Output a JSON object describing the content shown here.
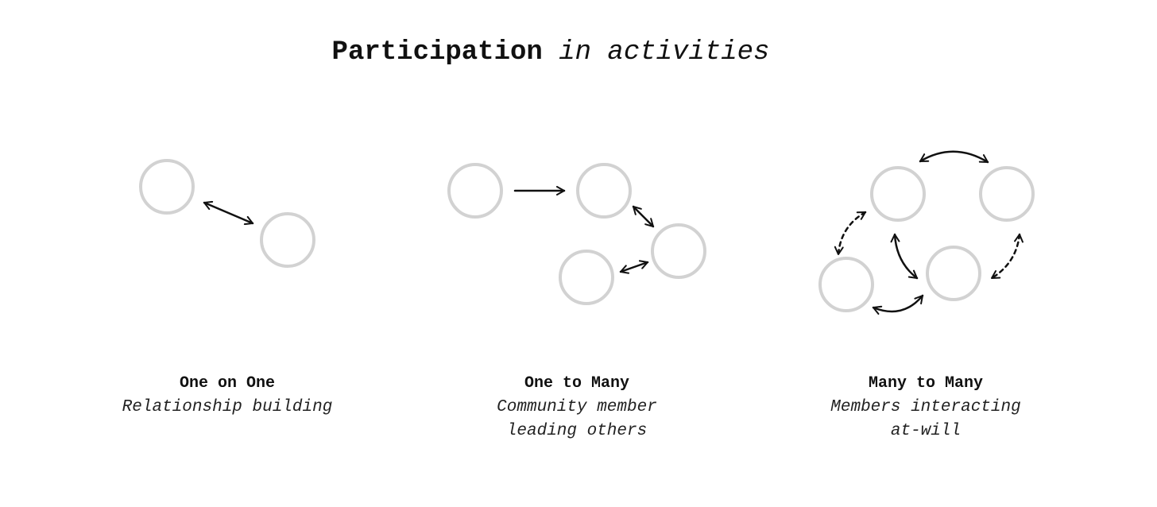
{
  "title": {
    "bold": "Participation",
    "italic": "in activities"
  },
  "panels": [
    {
      "title": "One on One",
      "subtitle": "Relationship building"
    },
    {
      "title": "One to Many",
      "subtitle": "Community member\nleading others"
    },
    {
      "title": "Many to Many",
      "subtitle": "Members interacting\nat-will"
    }
  ],
  "colors": {
    "node_stroke": "#d2d2d2",
    "arrow": "#111111",
    "text": "#111111"
  }
}
